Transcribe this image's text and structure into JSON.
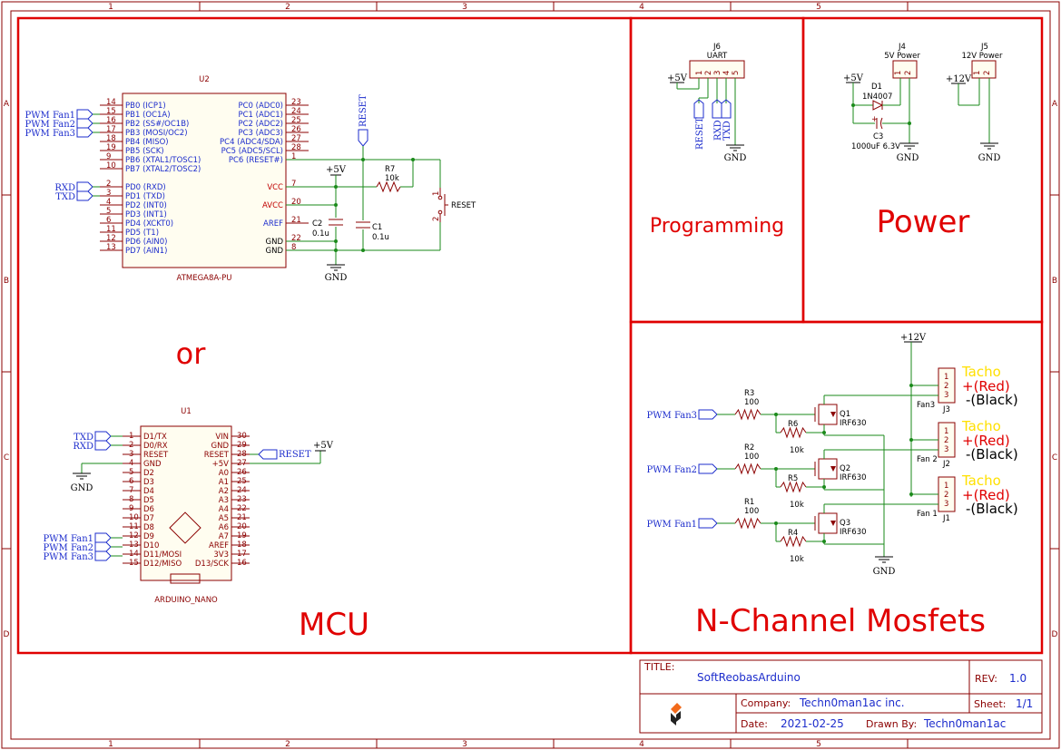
{
  "ruler": {
    "cols": [
      "1",
      "2",
      "3",
      "4",
      "5"
    ],
    "rows": [
      "A",
      "B",
      "C",
      "D"
    ]
  },
  "sections": {
    "mcu": "MCU",
    "or": "or",
    "programming": "Programming",
    "power": "Power",
    "mosfets": "N-Channel Mosfets"
  },
  "u2": {
    "ref": "U2",
    "value": "ATMEGA8A-PU",
    "left_pins": [
      {
        "num": "14",
        "name": "PB0 (ICP1)"
      },
      {
        "num": "15",
        "name": "PB1 (OC1A)"
      },
      {
        "num": "16",
        "name": "PB2 (SS#/OC1B)"
      },
      {
        "num": "17",
        "name": "PB3 (MOSI/OC2)"
      },
      {
        "num": "18",
        "name": "PB4 (MISO)"
      },
      {
        "num": "19",
        "name": "PB5 (SCK)"
      },
      {
        "num": "9",
        "name": "PB6 (XTAL1/TOSC1)"
      },
      {
        "num": "10",
        "name": "PB7 (XTAL2/TOSC2)"
      },
      {
        "num": "2",
        "name": "PD0 (RXD)"
      },
      {
        "num": "3",
        "name": "PD1 (TXD)"
      },
      {
        "num": "4",
        "name": "PD2 (INT0)"
      },
      {
        "num": "5",
        "name": "PD3 (INT1)"
      },
      {
        "num": "6",
        "name": "PD4 (XCKT0)"
      },
      {
        "num": "11",
        "name": "PD5 (T1)"
      },
      {
        "num": "12",
        "name": "PD6 (AIN0)"
      },
      {
        "num": "13",
        "name": "PD7 (AIN1)"
      }
    ],
    "right_pins": [
      {
        "num": "23",
        "name": "PC0 (ADC0)"
      },
      {
        "num": "24",
        "name": "PC1 (ADC1)"
      },
      {
        "num": "25",
        "name": "PC2 (ADC2)"
      },
      {
        "num": "26",
        "name": "PC3 (ADC3)"
      },
      {
        "num": "27",
        "name": "PC4 (ADC4/SDA)"
      },
      {
        "num": "28",
        "name": "PC5 (ADC5/SCL)"
      },
      {
        "num": "1",
        "name": "PC6 (RESET#)"
      },
      {
        "num": "7",
        "name": "VCC"
      },
      {
        "num": "20",
        "name": "AVCC"
      },
      {
        "num": "21",
        "name": "AREF"
      },
      {
        "num": "22",
        "name": "GND"
      },
      {
        "num": "8",
        "name": "GND"
      }
    ],
    "net_labels": [
      "PWM Fan1",
      "PWM Fan2",
      "PWM Fan3",
      "RXD",
      "TXD"
    ]
  },
  "u2_parts": {
    "r7_ref": "R7",
    "r7_val": "10k",
    "c1_ref": "C1",
    "c1_val": "0.1u",
    "c2_ref": "C2",
    "c2_val": "0.1u",
    "reset_label": "RESET",
    "sw_label": "RESET",
    "sw_pin1": "1",
    "sw_pin2": "2",
    "vcc": "+5V",
    "gnd": "GND"
  },
  "u1": {
    "ref": "U1",
    "value": "ARDUINO_NANO",
    "left_pins": [
      {
        "num": "1",
        "name": "D1/TX"
      },
      {
        "num": "2",
        "name": "D0/RX"
      },
      {
        "num": "3",
        "name": "RESET"
      },
      {
        "num": "4",
        "name": "GND"
      },
      {
        "num": "5",
        "name": "D2"
      },
      {
        "num": "6",
        "name": "D3"
      },
      {
        "num": "7",
        "name": "D4"
      },
      {
        "num": "8",
        "name": "D5"
      },
      {
        "num": "9",
        "name": "D6"
      },
      {
        "num": "10",
        "name": "D7"
      },
      {
        "num": "11",
        "name": "D8"
      },
      {
        "num": "12",
        "name": "D9"
      },
      {
        "num": "13",
        "name": "D10"
      },
      {
        "num": "14",
        "name": "D11/MOSI"
      },
      {
        "num": "15",
        "name": "D12/MISO"
      }
    ],
    "right_pins": [
      {
        "num": "30",
        "name": "VIN"
      },
      {
        "num": "29",
        "name": "GND"
      },
      {
        "num": "28",
        "name": "RESET"
      },
      {
        "num": "27",
        "name": "+5V"
      },
      {
        "num": "26",
        "name": "A0"
      },
      {
        "num": "25",
        "name": "A1"
      },
      {
        "num": "24",
        "name": "A2"
      },
      {
        "num": "23",
        "name": "A3"
      },
      {
        "num": "22",
        "name": "A4"
      },
      {
        "num": "21",
        "name": "A5"
      },
      {
        "num": "20",
        "name": "A6"
      },
      {
        "num": "19",
        "name": "A7"
      },
      {
        "num": "18",
        "name": "AREF"
      },
      {
        "num": "17",
        "name": "3V3"
      },
      {
        "num": "16",
        "name": "D13/SCK"
      }
    ],
    "net_labels": {
      "txd": "TXD",
      "rxd": "RXD",
      "fan1": "PWM Fan1",
      "fan2": "PWM Fan2",
      "fan3": "PWM Fan3",
      "reset": "RESET",
      "vcc": "+5V",
      "gnd": "GND"
    }
  },
  "programming": {
    "ref": "J6",
    "value": "UART",
    "pins": [
      "1",
      "2",
      "3",
      "4",
      "5"
    ],
    "vcc": "+5V",
    "reset": "RESET",
    "rxd": "RXD",
    "txd": "TXD",
    "gnd": "GND"
  },
  "power": {
    "j4_ref": "J4",
    "j4_val": "5V Power",
    "j4_pins": [
      "1",
      "2"
    ],
    "j5_ref": "J5",
    "j5_val": "12V Power",
    "j5_pins": [
      "1",
      "2"
    ],
    "d1_ref": "D1",
    "d1_val": "1N4007",
    "c3_ref": "C3",
    "c3_val": "1000uF 6.3V",
    "vcc5": "+5V",
    "vcc12": "+12V",
    "gnd": "GND",
    "plus": "+"
  },
  "mosfets": {
    "vcc": "+12V",
    "gnd": "GND",
    "channels": [
      {
        "in": "PWM Fan3",
        "r_ref": "R3",
        "r_val": "100",
        "rp_ref": "R6",
        "rp_val": "10k",
        "q_ref": "Q1",
        "q_val": "IRF630",
        "j_ref": "J3",
        "j_name": "Fan3"
      },
      {
        "in": "PWM Fan2",
        "r_ref": "R2",
        "r_val": "100",
        "rp_ref": "R5",
        "rp_val": "10k",
        "q_ref": "Q2",
        "q_val": "IRF630",
        "j_ref": "J2",
        "j_name": "Fan 2"
      },
      {
        "in": "PWM Fan1",
        "r_ref": "R1",
        "r_val": "100",
        "rp_ref": "R4",
        "rp_val": "10k",
        "q_ref": "Q3",
        "q_val": "IRF630",
        "j_ref": "J1",
        "j_name": "Fan 1"
      }
    ],
    "pins": [
      "1",
      "2",
      "3"
    ],
    "tacho": "Tacho",
    "red": "+(Red)",
    "black": "-(Black)"
  },
  "title_block": {
    "title_label": "TITLE:",
    "title": "SoftReobasArduino",
    "rev_label": "REV:",
    "rev": "1.0",
    "company_label": "Company:",
    "company": "Techn0man1ac inc.",
    "sheet_label": "Sheet:",
    "sheet": "1/1",
    "date_label": "Date:",
    "date": "2021-02-25",
    "drawn_label": "Drawn By:",
    "drawn": "Techn0man1ac"
  },
  "colors": {
    "frame": "#8b0000",
    "section": "#e00000",
    "wire": "#1a8a1a",
    "net": "#1c2ccc",
    "tacho": "#ffe000"
  }
}
